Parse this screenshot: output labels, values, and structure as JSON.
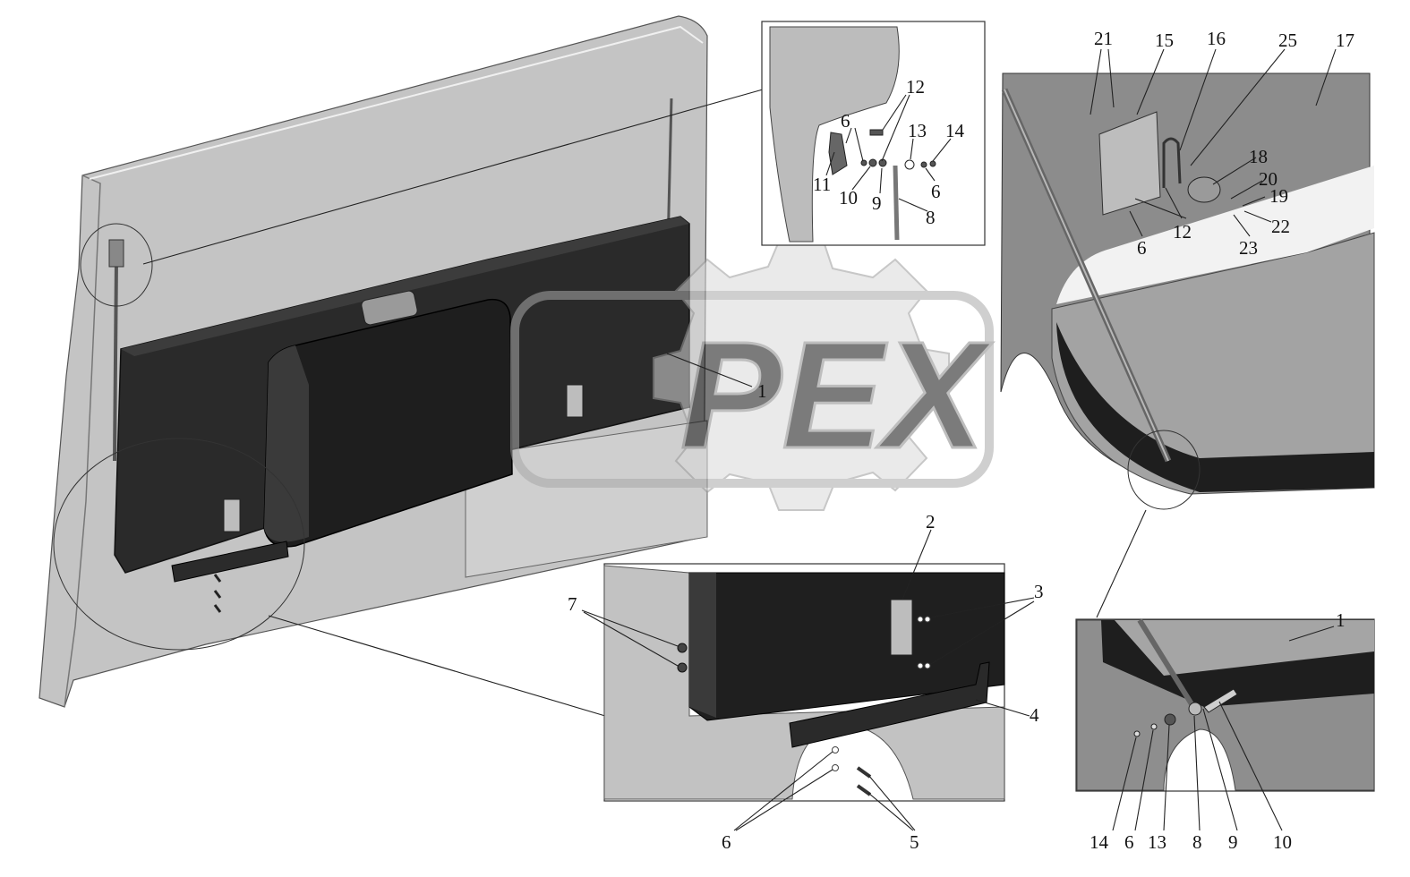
{
  "watermark": {
    "text": "PEX"
  },
  "callouts": {
    "main": [
      "1"
    ],
    "detail_top": [
      "12",
      "6",
      "13",
      "14",
      "11",
      "10",
      "9",
      "6",
      "8"
    ],
    "detail_right": [
      "21",
      "15",
      "16",
      "25",
      "17",
      "18",
      "20",
      "19",
      "22",
      "23",
      "12",
      "6"
    ],
    "detail_bottom": [
      "2",
      "3",
      "7",
      "4",
      "6",
      "5"
    ],
    "detail_small": [
      "1",
      "14",
      "6",
      "13",
      "8",
      "9",
      "10"
    ]
  },
  "colors": {
    "panel": "#bfbfbf",
    "panel_light": "#d6d6d6",
    "box_dark": "#1f1f1f",
    "box_mid": "#2b2b2b",
    "detail_grey": "#8e8e8e",
    "line": "#222222"
  }
}
